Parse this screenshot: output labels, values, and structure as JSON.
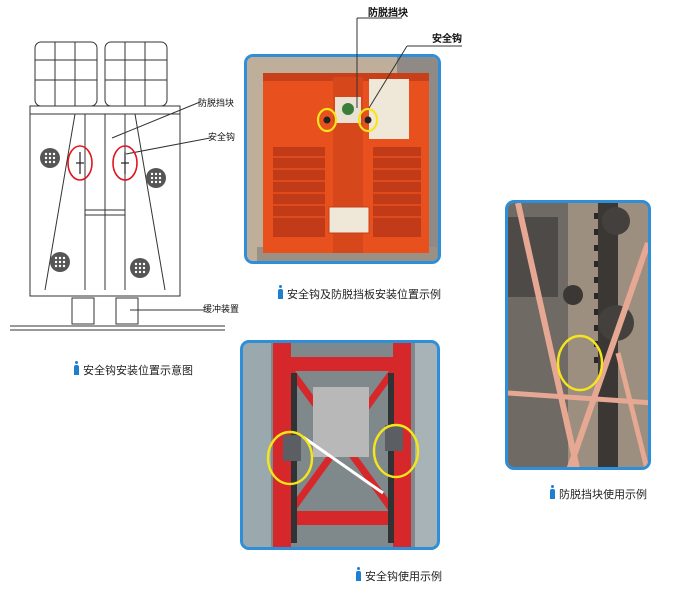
{
  "drawing": {
    "caption": "安全钩安装位置示意图",
    "callout_anti_drop": "防脱挡块",
    "callout_safety_hook": "安全钩",
    "callout_buffer": "缓冲装置"
  },
  "photo1": {
    "caption": "安全钩及防脱挡板安装位置示例",
    "callout_anti_drop": "防脱挡块",
    "callout_safety_hook": "安全钩"
  },
  "photo2": {
    "caption": "安全钩使用示例"
  },
  "photo3": {
    "caption": "防脱挡块使用示例"
  },
  "colors": {
    "frame_blue": "#2e8fd8",
    "cage_orange": "#e8501e",
    "highlight": "#f5e51a",
    "mark_red": "#e0141e"
  }
}
